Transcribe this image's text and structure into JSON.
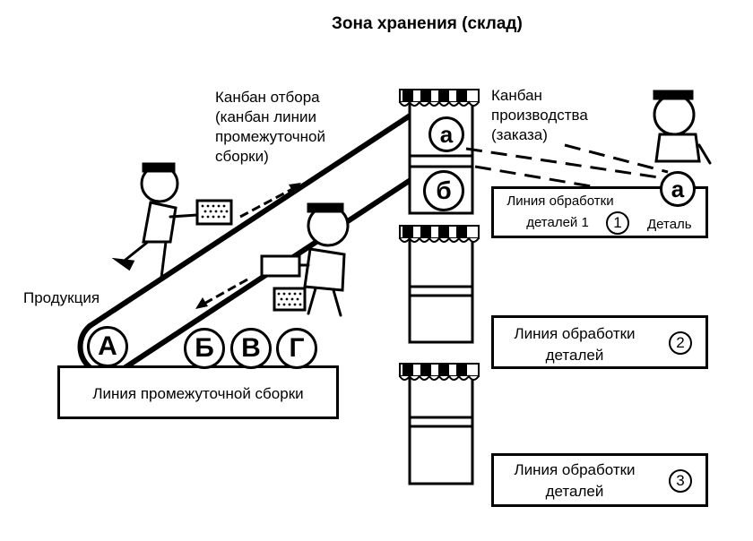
{
  "title": "Зона хранения (склад)",
  "labels": {
    "pickup_kanban": [
      "Канбан отбора",
      "(канбан линии",
      "промежуточной",
      "сборки)"
    ],
    "production_kanban": [
      "Канбан",
      "производства",
      "(заказа)"
    ],
    "product": "Продукция",
    "part": "Деталь"
  },
  "assembly_line": {
    "label": "Линия промежуточной сборки",
    "items": [
      "А",
      "Б",
      "В",
      "Г"
    ]
  },
  "store_kanbans": {
    "top": "а",
    "middle": "б",
    "at_line": "а"
  },
  "lines": [
    {
      "label_line1": "Линия обработки",
      "label_line2": "деталей 1",
      "number": "1"
    },
    {
      "label_line1": "Линия обработки",
      "label_line2": "деталей",
      "number": "2"
    },
    {
      "label_line1": "Линия обработки",
      "label_line2": "деталей",
      "number": "3"
    }
  ]
}
